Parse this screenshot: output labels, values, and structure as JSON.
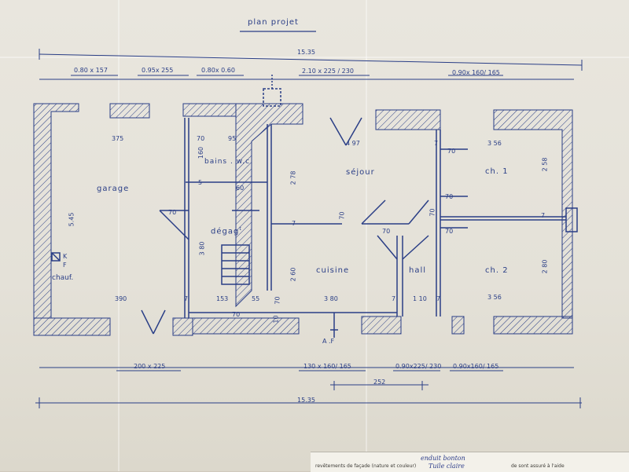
{
  "title": "plan projet",
  "dimensions": {
    "overall_top": "15.35",
    "overall_bottom": "15.35",
    "bottom_252": "252",
    "opening_garage_top": "0.80 x 157",
    "opening_bains_top": "0.95x 255",
    "opening_wc_top": "0.80x 0.60",
    "opening_sejour_top": "2.10 x 225 / 230",
    "opening_ch1_top": "0.90x 160/ 165",
    "opening_garage_bottom": "200 x 225",
    "opening_cuisine_bottom": "130 x 160/ 165",
    "opening_hall_bottom": "0.90x225/ 230",
    "opening_ch2_bottom": "0.90x160/ 165"
  },
  "rooms": {
    "garage": "garage",
    "bains": "bains . w.c",
    "degagement": "dégag",
    "degagement_sup": "t",
    "sejour": "séjour",
    "cuisine": "cuisine",
    "hall": "hall",
    "ch1": "ch. 1",
    "ch2": "ch. 2",
    "chauf": "chauf."
  },
  "inner_dims": {
    "garage_width": "375",
    "garage_height": "5.45",
    "garage_bottom": "390",
    "bains_70": "70",
    "bains_95": "95",
    "bains_160": "160",
    "bains_5": "5",
    "bains_60": "60",
    "degag_70": "70",
    "degag_380": "3 80",
    "sejour_497": "4 97",
    "sejour_278": "2 78",
    "sejour_70a": "70",
    "sejour_7": "7",
    "sejour_70b": "70",
    "kitchen_260": "2 60",
    "kitchen_70": "70",
    "kitchen_380": "3 80",
    "kitchen_7": "7",
    "stairs_153": "153",
    "stairs_55": "55",
    "stairs_70": "70",
    "stairs_10": "10",
    "hall_70": "70",
    "hall_110": "1 10",
    "hall_7": "7",
    "ch1_356": "3 56",
    "ch1_258": "2 58",
    "ch1_7": "7",
    "ch1_70a": "70",
    "ch1_70b": "70",
    "ch2_356": "3 56",
    "ch2_280": "2 80",
    "ch2_70": "70",
    "ch2_7": "7",
    "garage_7": "7",
    "af": "A .F",
    "k": "K",
    "f": "F"
  },
  "form_strip": {
    "line1": "revêtements de façade (nature et couleur)",
    "handwriting1": "enduit bonton",
    "handwriting2": "Tuile claire",
    "right": "de sont assuré à l'aide"
  },
  "colors": {
    "ink": "#2a3e86",
    "paper": "#e7e4dc"
  }
}
